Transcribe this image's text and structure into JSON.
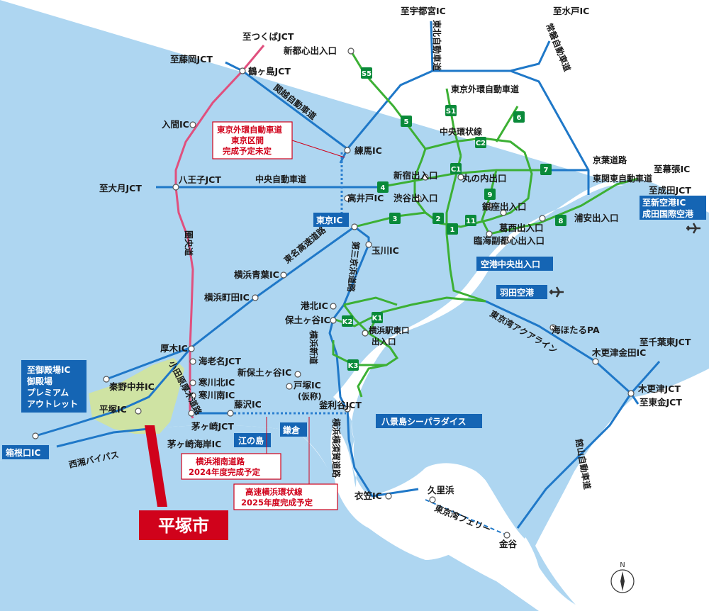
{
  "colors": {
    "sea": "#aed6f1",
    "land": "#ffffff",
    "highlight_land": "#cfe3a3",
    "expressway": "#1f78c8",
    "shutoko": "#3cb034",
    "ken_o_do": "#e0507e",
    "planned": "#2a7fd0",
    "label_box": "#1565b4",
    "city_label": "#d0021b",
    "shield": "#0a8a3a"
  },
  "destinations": {
    "tsukuba": "至つくばJCT",
    "fujioka": "至藤岡JCT",
    "utsunomiya": "至宇都宮IC",
    "mito": "至水戸IC",
    "otsuki": "至大月JCT",
    "makuhari": "至幕張IC",
    "narita": "至成田JCT",
    "chiba_east": "至千葉東JCT",
    "tokin": "至東金JCT"
  },
  "roads": {
    "kan_etsu": "関越自動車道",
    "tohoku": "東北自動車道",
    "joban": "常磐自動車道",
    "gaikan": "東京外環自動車道",
    "chuo": "中央自動車道",
    "ken_o": "圏央道",
    "tomei": "東名高速道路",
    "daisan_keihin": "第三京浜道路",
    "yokohama_shindo": "横浜新道",
    "odawara_atsugi": "小田原厚木道路",
    "nishisho_bypass": "西湘バイパス",
    "yokohama_yokosuka": "横浜横須賀道路",
    "aqualine": "東京湾アクアライン",
    "tateyama": "館山自動車道",
    "keiyo": "京葉道路",
    "higashi_kanto": "東関東自動車道",
    "central_circular": "中央環状線",
    "ferry": "東京湾フェリー"
  },
  "nodes": {
    "tsurugashima": "鶴ヶ島JCT",
    "iruma": "入間IC",
    "hachioji": "八王子JCT",
    "nerima": "練馬IC",
    "takaido": "高井戸IC",
    "tokyo_ic": "東京IC",
    "tamagawa": "玉川IC",
    "yokohama_aoba": "横浜青葉IC",
    "yokohama_machida": "横浜町田IC",
    "kohoku": "港北IC",
    "hodogaya": "保土ヶ谷IC",
    "yokohama_eki": "横浜駅東口\n出入口",
    "atsugi": "厚木IC",
    "ebina": "海老名JCT",
    "samukawa_kita": "寒川北IC",
    "samukawa_minami": "寒川南IC",
    "chigasaki": "茅ヶ崎JCT",
    "chigasaki_kaigan": "茅ヶ崎海岸IC",
    "fujisawa": "藤沢IC",
    "shin_hodogaya": "新保土ヶ谷IC",
    "totsuka": "戸塚IC",
    "totsuka_note": "(仮称)",
    "kamariya": "釜利谷JCT",
    "kinugasa": "衣笠IC",
    "hadano": "秦野中井IC",
    "hiratsuka": "平塚IC",
    "shintoshin": "新都心出入口",
    "shinjuku": "新宿出入口",
    "shibuya": "渋谷出入口",
    "marunouchi": "丸の内出口",
    "ginza": "銀座出入口",
    "kasai": "葛西出入口",
    "rinkai": "臨海副都心出入口",
    "urayasu": "浦安出入口",
    "umihotaru": "海ほたるPA",
    "kisarazu_kaneda": "木更津金田IC",
    "kisarazu_jct": "木更津JCT",
    "kurihama": "久里浜",
    "kanaya": "金谷"
  },
  "boxes": {
    "gotemba": "至御殿場IC\n御殿場\nプレミアム\nアウトレット",
    "hakone": "箱根口IC",
    "tokyo_ic": "東京IC",
    "kuko_chuo": "空港中央出入口",
    "haneda": "羽田空港",
    "narita_airport": "至新空港IC\n成田国際空港",
    "hakkeijima": "八景島シーパラダイス",
    "enoshima": "江の島",
    "kamakura": "鎌倉"
  },
  "notes": {
    "gaikan_plan": "東京外環自動車道\n東京区間\n完成予定未定",
    "shonan_plan": "横浜湘南道路\n2024年度完成予定",
    "kanjo_plan": "高速横浜環状線\n2025年度完成予定"
  },
  "shields": [
    "S5",
    "5",
    "S1",
    "6",
    "C2",
    "C1",
    "4",
    "7",
    "9",
    "3",
    "2",
    "11",
    "1",
    "8",
    "K1",
    "K2",
    "K3"
  ],
  "city_label": "平塚市",
  "north_label": "N",
  "icons": {
    "airport": "airplane-icon",
    "compass": "north-arrow-icon"
  }
}
